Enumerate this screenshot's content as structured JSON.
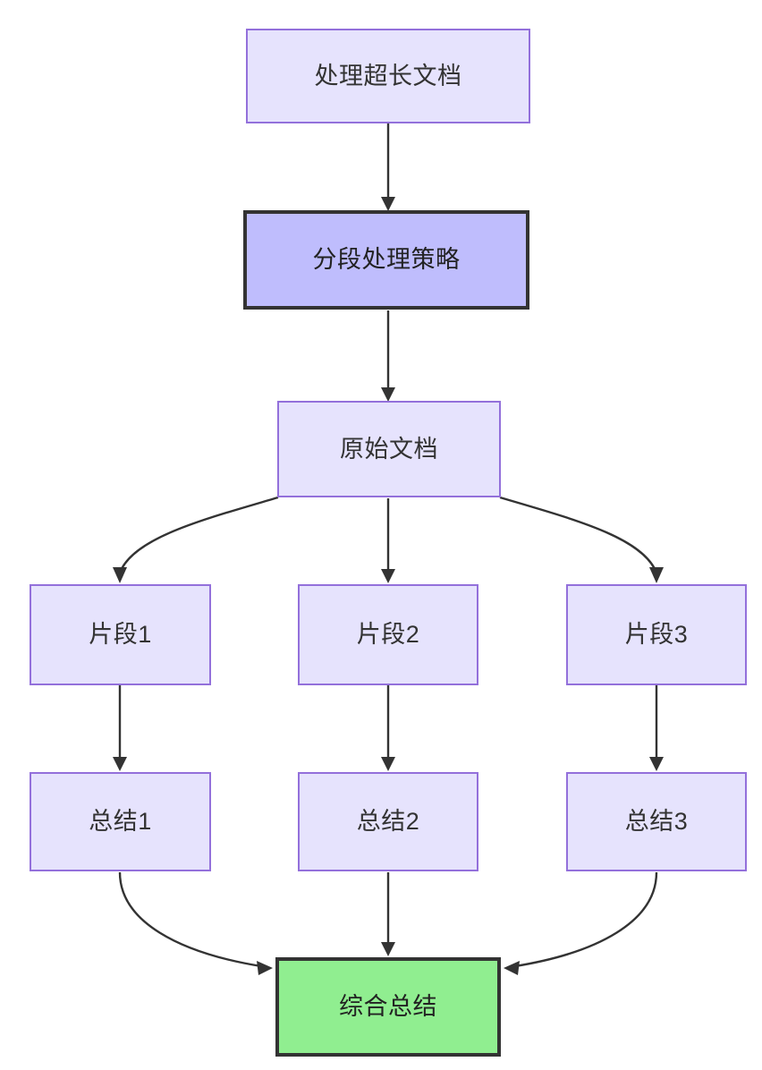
{
  "diagram": {
    "type": "flowchart",
    "direction": "top-to-bottom",
    "title": "处理超长文档",
    "nodes": [
      {
        "id": "start",
        "label": "处理超长文档",
        "style": "plain"
      },
      {
        "id": "strategy",
        "label": "分段处理策略",
        "style": "strong"
      },
      {
        "id": "source",
        "label": "原始文档",
        "style": "plain"
      },
      {
        "id": "chunk1",
        "label": "片段1",
        "style": "plain"
      },
      {
        "id": "chunk2",
        "label": "片段2",
        "style": "plain"
      },
      {
        "id": "chunk3",
        "label": "片段3",
        "style": "plain"
      },
      {
        "id": "summary1",
        "label": "总结1",
        "style": "plain"
      },
      {
        "id": "summary2",
        "label": "总结2",
        "style": "plain"
      },
      {
        "id": "summary3",
        "label": "总结3",
        "style": "plain"
      },
      {
        "id": "final",
        "label": "综合总结",
        "style": "result"
      }
    ],
    "edges": [
      {
        "from": "start",
        "to": "strategy",
        "shape": "straight"
      },
      {
        "from": "strategy",
        "to": "source",
        "shape": "straight"
      },
      {
        "from": "source",
        "to": "chunk1",
        "shape": "curve-left"
      },
      {
        "from": "source",
        "to": "chunk2",
        "shape": "straight"
      },
      {
        "from": "source",
        "to": "chunk3",
        "shape": "curve-right"
      },
      {
        "from": "chunk1",
        "to": "summary1",
        "shape": "straight"
      },
      {
        "from": "chunk2",
        "to": "summary2",
        "shape": "straight"
      },
      {
        "from": "chunk3",
        "to": "summary3",
        "shape": "straight"
      },
      {
        "from": "summary1",
        "to": "final",
        "shape": "curve-right"
      },
      {
        "from": "summary2",
        "to": "final",
        "shape": "straight"
      },
      {
        "from": "summary3",
        "to": "final",
        "shape": "curve-left"
      }
    ],
    "colors": {
      "node_fill": "#E6E3FD",
      "node_border": "#9370DB",
      "strong_fill": "#BFBDFD",
      "strong_border": "#333333",
      "result_fill": "#90EE90",
      "result_border": "#333333",
      "edge_stroke": "#333333",
      "text": "#333333",
      "background": "#FFFFFF"
    }
  }
}
